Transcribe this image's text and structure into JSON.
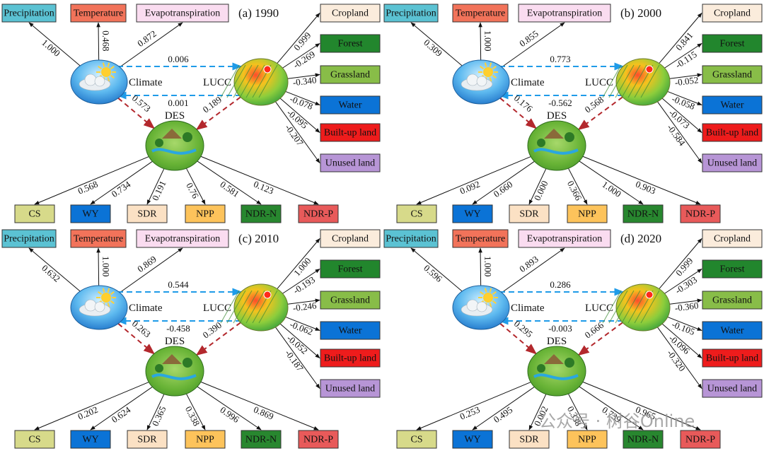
{
  "watermark": "公众号 · 树谷Online",
  "colors": {
    "Precipitation": "#5bc2d3",
    "Temperature": "#f2735a",
    "Evapotranspiration": "#fadcf0",
    "Cropland": "#fbecdc",
    "Forest": "#22862d",
    "Grassland": "#88bd48",
    "Water": "#0b73d6",
    "Built-up land": "#ee1c1c",
    "Unused land": "#b795d6",
    "CS": "#d7da8a",
    "WY": "#0b73d6",
    "SDR": "#fbe1c4",
    "NPP": "#fdc35b",
    "NDR-N": "#28872f",
    "NDR-P": "#e85a5a",
    "dashedRed": "#b3282d",
    "dashedBlue": "#1f9be8"
  },
  "labels": {
    "climate": "Climate",
    "lucc": "LUCC",
    "des": "DES",
    "climateFactors": [
      "Precipitation",
      "Temperature",
      "Evapotranspiration"
    ],
    "landTypes": [
      "Cropland",
      "Forest",
      "Grassland",
      "Water",
      "Built-up land",
      "Unused land"
    ],
    "services": [
      "CS",
      "WY",
      "SDR",
      "NPP",
      "NDR-N",
      "NDR-P"
    ]
  },
  "panels": [
    {
      "title": "(a) 1990",
      "climateFactors": [
        "1.000",
        "0.468",
        "0.872"
      ],
      "landTypes": [
        "0.999",
        "-0.269",
        "-0.340",
        "-0.078",
        "-0.095",
        "-0.207"
      ],
      "climateToLuccTop": "0.006",
      "climateToLuccBottom": "0.001",
      "climateToDes": "0.573",
      "luccToDes": "0.189",
      "services": [
        "0.568",
        "0.734",
        "0.191",
        "0.76",
        "0.581",
        "0.123"
      ]
    },
    {
      "title": "(b) 2000",
      "climateFactors": [
        "0.309",
        "1.000",
        "0.855"
      ],
      "landTypes": [
        "0.841",
        "-0.115",
        "-0.052",
        "-0.058",
        "-0.073",
        "-0.584"
      ],
      "climateToLuccTop": "0.773",
      "climateToLuccBottom": "-0.562",
      "climateToDes": "0.176",
      "luccToDes": "0.568",
      "services": [
        "0.092",
        "0.660",
        "0.000",
        "0.366",
        "1.000",
        "0.903"
      ]
    },
    {
      "title": "(c) 2010",
      "climateFactors": [
        "0.632",
        "1.000",
        "0.869"
      ],
      "landTypes": [
        "1.000",
        "-0.193",
        "-0.246",
        "-0.062",
        "-0.052",
        "-0.187"
      ],
      "climateToLuccTop": "0.544",
      "climateToLuccBottom": "-0.458",
      "climateToDes": "0.263",
      "luccToDes": "0.390",
      "services": [
        "0.202",
        "0.624",
        "0.365",
        "0.338",
        "0.996",
        "0.869"
      ]
    },
    {
      "title": "(d) 2020",
      "climateFactors": [
        "0.596",
        "1.000",
        "0.893"
      ],
      "landTypes": [
        "0.999",
        "-0.303",
        "-0.360",
        "-0.105",
        "-0.096",
        "-0.320"
      ],
      "climateToLuccTop": "0.286",
      "climateToLuccBottom": "-0.003",
      "climateToDes": "0.295",
      "luccToDes": "0.666",
      "services": [
        "0.253",
        "0.495",
        "0.002",
        "0.338",
        "0.739",
        "0.965"
      ]
    }
  ]
}
